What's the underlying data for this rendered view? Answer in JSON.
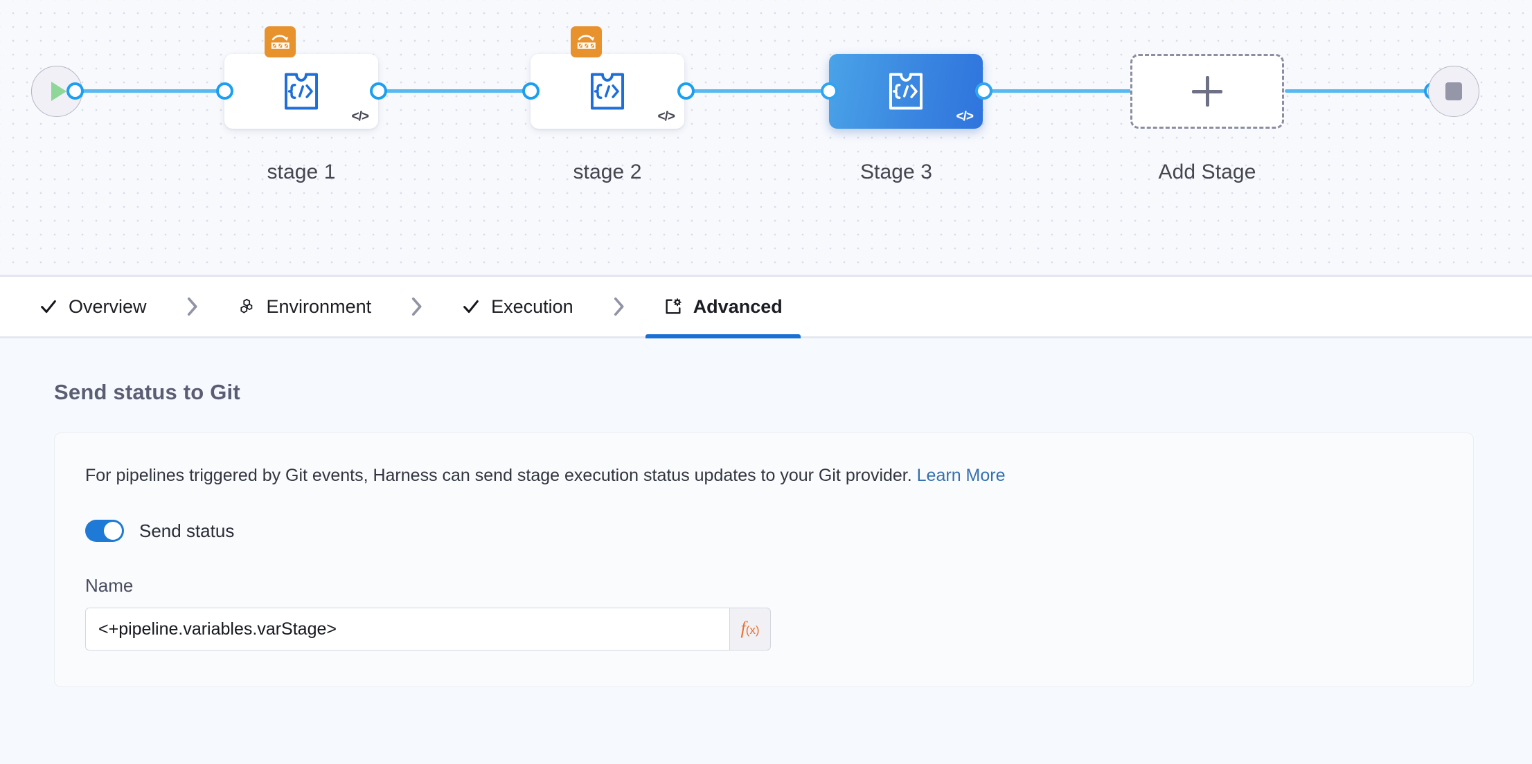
{
  "canvas": {
    "start_node": {
      "icon": "play-icon",
      "name": "pipeline-start"
    },
    "end_node": {
      "icon": "stop-icon",
      "name": "pipeline-end"
    },
    "stages": [
      {
        "label": "stage 1",
        "selected": false,
        "icon": "template-code-icon",
        "corner_icon": "code-brackets-icon",
        "badge_icon": "conditional-execution-icon",
        "has_badge": true
      },
      {
        "label": "stage 2",
        "selected": false,
        "icon": "template-code-icon",
        "corner_icon": "code-brackets-icon",
        "badge_icon": "conditional-execution-icon",
        "has_badge": true
      },
      {
        "label": "Stage 3",
        "selected": true,
        "icon": "template-code-icon",
        "corner_icon": "code-brackets-icon",
        "badge_icon": "",
        "has_badge": false
      }
    ],
    "add_stage": {
      "label": "Add Stage",
      "icon": "plus-icon"
    },
    "colors": {
      "rail": "#58b9f1",
      "selected_stage": "#3a86e0",
      "badge": "#e8922e",
      "play": "#8fd699"
    }
  },
  "tabs": {
    "items": [
      {
        "label": "Overview",
        "icon": "check-icon",
        "active": false
      },
      {
        "label": "Environment",
        "icon": "hexagon-cluster-icon",
        "active": false
      },
      {
        "label": "Execution",
        "icon": "check-icon",
        "active": false
      },
      {
        "label": "Advanced",
        "icon": "gear-box-icon",
        "active": true
      }
    ],
    "separator_icon": "chevron-right-icon",
    "active_underline_color": "#1a6fd4"
  },
  "main": {
    "section_title": "Send status to Git",
    "description": "For pipelines triggered by Git events, Harness can send stage execution status updates to your Git provider.",
    "learn_more_label": "Learn More",
    "toggle": {
      "label": "Send status",
      "on": true,
      "color": "#1e7ad6"
    },
    "name_field": {
      "label": "Name",
      "value": "<+pipeline.variables.varStage>",
      "placeholder": "",
      "expression_button": {
        "label": "f",
        "sub": "(x)",
        "icon": "function-icon",
        "color": "#eb6e2c"
      }
    }
  }
}
